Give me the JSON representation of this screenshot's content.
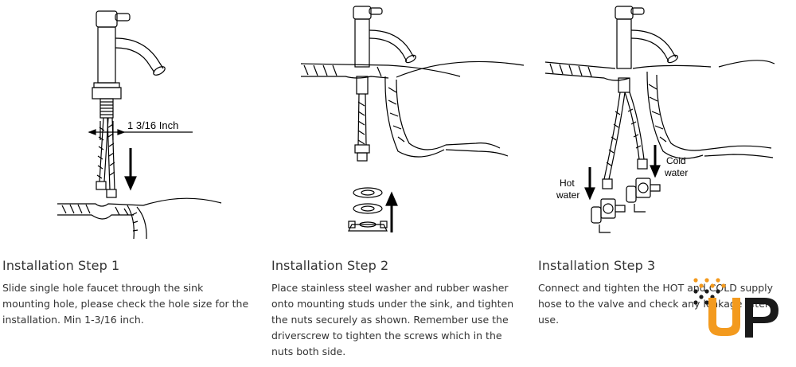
{
  "steps": [
    {
      "title": "Installation Step 1",
      "description": "Slide single hole faucet through the sink mounting hole, please check the hole size for the installation. Min 1-3/16 inch.",
      "dimension_label": "1 3/16  Inch"
    },
    {
      "title": "Installation Step 2",
      "description": "Place stainless steel washer and rubber washer onto mounting studs under the sink, and tighten the nuts securely as shown. Remember use the driverscrew to tighten the screws which in the nuts both side."
    },
    {
      "title": "Installation Step 3",
      "description": "Connect and tighten the HOT and COLD supply hose to the valve and check any leakage after use.",
      "hot_label_line1": "Hot",
      "hot_label_line2": "water",
      "cold_label_line1": "Cold",
      "cold_label_line2": "water"
    }
  ],
  "logo": {
    "letters": "UP",
    "color": "#f39a1e",
    "dark_color": "#1a1a1a"
  }
}
